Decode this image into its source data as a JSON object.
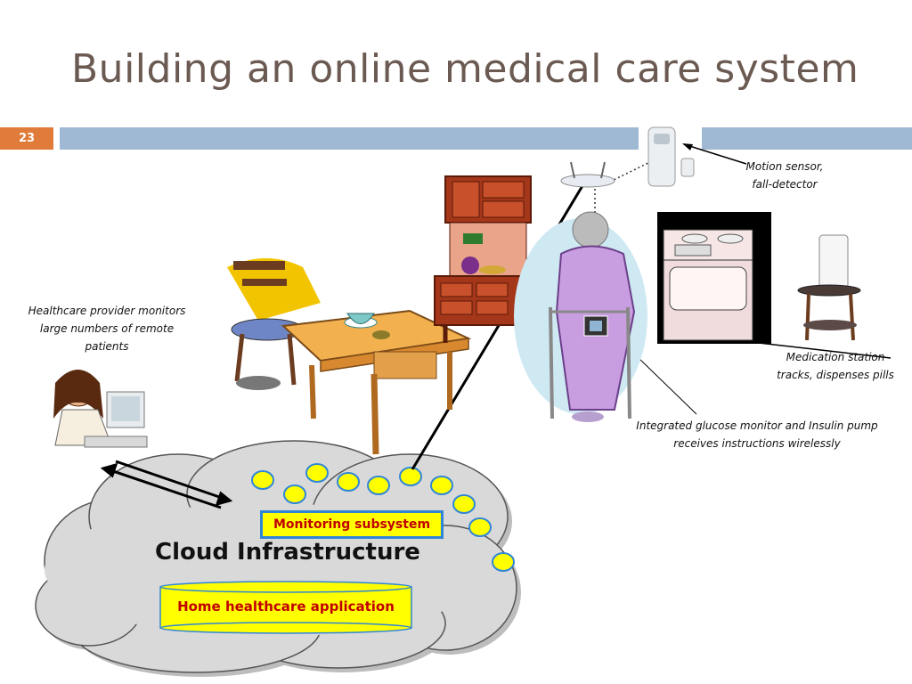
{
  "slide": {
    "title": "Building an online medical care system",
    "number": "23"
  },
  "labels": {
    "motion_sensor": [
      "Motion sensor,",
      "fall-detector"
    ],
    "healthcare_provider": [
      "Healthcare provider monitors",
      "large numbers of  remote",
      "patients"
    ],
    "medication_station": [
      "Medication station",
      "tracks, dispenses pills"
    ],
    "glucose_monitor": [
      "Integrated glucose monitor and Insulin pump",
      "receives instructions wirelessly"
    ]
  },
  "cloud": {
    "title": "Cloud Infrastructure",
    "monitoring": "Monitoring subsystem",
    "application": "Home healthcare application"
  },
  "colors": {
    "title": "#6b5a52",
    "number_box": "#e07b39",
    "header_bar": "#9fb9d5",
    "cloud_fill": "#d9d9d9",
    "node_fill": "#ffff00",
    "node_stroke": "#2f86d6",
    "highlight_text": "#c00000"
  }
}
